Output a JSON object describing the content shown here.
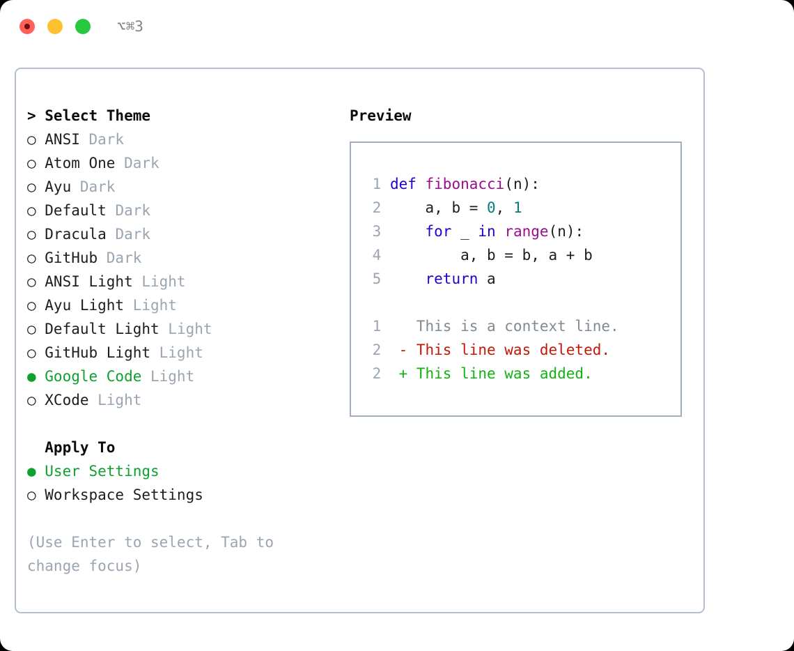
{
  "titlebar": {
    "shortcut_label": "⌥⌘3",
    "buttons": [
      {
        "name": "close",
        "color": "#ff6159"
      },
      {
        "name": "minimize",
        "color": "#ffc130"
      },
      {
        "name": "zoom",
        "color": "#28c840"
      }
    ]
  },
  "theme_picker": {
    "header": "> Select Theme",
    "bullet_unselected": "○ ",
    "bullet_selected": "● ",
    "items": [
      {
        "label": "ANSI",
        "suffix": " Dark",
        "selected": false
      },
      {
        "label": "Atom One",
        "suffix": " Dark",
        "selected": false
      },
      {
        "label": "Ayu",
        "suffix": " Dark",
        "selected": false
      },
      {
        "label": "Default",
        "suffix": " Dark",
        "selected": false
      },
      {
        "label": "Dracula",
        "suffix": " Dark",
        "selected": false
      },
      {
        "label": "GitHub",
        "suffix": " Dark",
        "selected": false
      },
      {
        "label": "ANSI Light",
        "suffix": " Light",
        "selected": false
      },
      {
        "label": "Ayu Light",
        "suffix": " Light",
        "selected": false
      },
      {
        "label": "Default Light",
        "suffix": " Light",
        "selected": false
      },
      {
        "label": "GitHub Light",
        "suffix": " Light",
        "selected": false
      },
      {
        "label": "Google Code",
        "suffix": " Light",
        "selected": true
      },
      {
        "label": "XCode",
        "suffix": " Light",
        "selected": false
      }
    ]
  },
  "apply_to": {
    "header": "  Apply To",
    "options": [
      {
        "label": "User Settings",
        "selected": true
      },
      {
        "label": "Workspace Settings",
        "selected": false
      }
    ]
  },
  "hint": "(Use Enter to select, Tab to change focus)",
  "preview": {
    "title": "Preview",
    "code_lines": [
      {
        "no": "1",
        "tokens": [
          {
            "t": "def ",
            "c": "kw"
          },
          {
            "t": "fibonacci",
            "c": "fn"
          },
          {
            "t": "(n):",
            "c": "txt"
          }
        ]
      },
      {
        "no": "2",
        "tokens": [
          {
            "t": "    a, b = ",
            "c": "txt"
          },
          {
            "t": "0",
            "c": "num"
          },
          {
            "t": ", ",
            "c": "txt"
          },
          {
            "t": "1",
            "c": "num"
          }
        ]
      },
      {
        "no": "3",
        "tokens": [
          {
            "t": "    ",
            "c": "txt"
          },
          {
            "t": "for",
            "c": "kw"
          },
          {
            "t": " _ ",
            "c": "txt"
          },
          {
            "t": "in",
            "c": "kw"
          },
          {
            "t": " ",
            "c": "txt"
          },
          {
            "t": "range",
            "c": "fn"
          },
          {
            "t": "(n):",
            "c": "txt"
          }
        ]
      },
      {
        "no": "4",
        "tokens": [
          {
            "t": "        a, b = b, a + b",
            "c": "txt"
          }
        ]
      },
      {
        "no": "5",
        "tokens": [
          {
            "t": "    ",
            "c": "txt"
          },
          {
            "t": "return",
            "c": "kw"
          },
          {
            "t": " a",
            "c": "txt"
          }
        ]
      }
    ],
    "diff_lines": [
      {
        "no": "1",
        "marker": "  ",
        "text": "This is a context line.",
        "kind": "ctx"
      },
      {
        "no": "2",
        "marker": "- ",
        "text": "This line was deleted.",
        "kind": "del"
      },
      {
        "no": "2",
        "marker": "+ ",
        "text": "This line was added.",
        "kind": "add"
      }
    ]
  },
  "colors": {
    "accent_green": "#0fa02f",
    "muted": "#9aa5b1",
    "border": "#b5bfcc",
    "preview_border": "#9fadbd",
    "keyword": "#2000d0",
    "function": "#9b0d8d",
    "number": "#007d7d",
    "diff_context": "#808a93",
    "diff_deleted": "#c21807",
    "diff_added": "#11b211"
  }
}
